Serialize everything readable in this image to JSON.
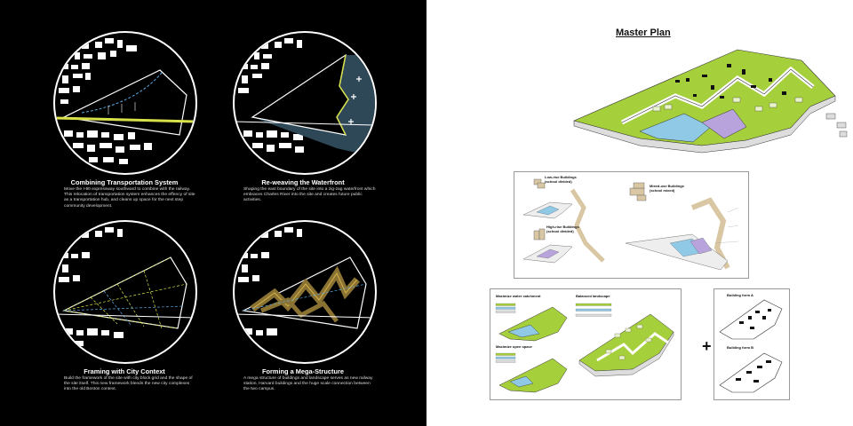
{
  "left_panel": {
    "steps": [
      {
        "title": "Combining Transportation System",
        "text": "Move the I-90 expressway southward to combine with the railway. This relocation of transportation system enhances the effency of site as a transportation hub, and cleans up space for the next step community development."
      },
      {
        "title": "Re-weaving the Waterfront",
        "text": "Shaping the east boundary of the site into a zig-zag waterfront which embraces Charles River into the site and creates future public activities."
      },
      {
        "title": "Framing with City Context",
        "text": "Build the framework of the site with city block grid and the shape of the site itself. This new framework blends the new city complexes into the old Boston context."
      },
      {
        "title": "Forming a Mega-Structure",
        "text": "A mega structure of buildings and landscape serves as new railway station, Harvard buildings and the huge scale connection between the two campus."
      }
    ]
  },
  "right_panel": {
    "title": "Master Plan",
    "building_types": {
      "low_rise": "Low-rise Buildings (school divided)",
      "high_rise": "High-rise Buildings (school divided)",
      "mixed": "Mixed-use Buildings (school mixed)"
    },
    "strategies": {
      "water": "Maximize water catchment",
      "open": "Maximize open space",
      "balanced": "Balanced landscape",
      "form_a": "Building form A",
      "form_b": "Building form B",
      "plus": "+"
    }
  },
  "colors": {
    "green": "#a6cf3c",
    "blue": "#8fc9e6",
    "purple": "#b9a3dc",
    "gold": "#d4b24a",
    "yellow_line": "#d8e14a"
  }
}
